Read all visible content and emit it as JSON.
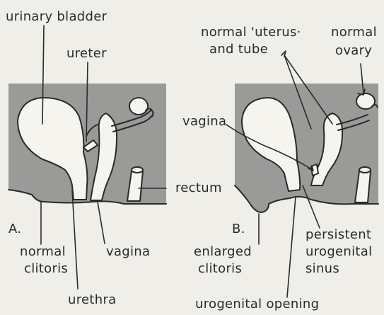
{
  "labels": {
    "urinary_bladder": "urinary bladder",
    "ureter": "ureter",
    "normal_uterus_line1": "normal 'uterus·",
    "normal_uterus_line2": "and tube",
    "normal_ovary_line1": "normal",
    "normal_ovary_line2": "ovary",
    "vagina_b": "vagina",
    "rectum": "rectum",
    "panel_a": "A.",
    "panel_b": "B.",
    "normal_clitoris_line1": "normal",
    "normal_clitoris_line2": "clitoris",
    "vagina_a": "vagina",
    "enlarged_clitoris_line1": "enlarged",
    "enlarged_clitoris_line2": "clitoris",
    "persistent_sinus_line1": "persistent",
    "persistent_sinus_line2": "urogenital",
    "persistent_sinus_line3": "sinus",
    "urethra": "urethra",
    "urogenital_opening": "urogenital opening"
  },
  "colors": {
    "background": "#efeee8",
    "tissue": "#9a9a98",
    "organ_fill": "#f5f4ef",
    "line": "#2a2a2a"
  }
}
